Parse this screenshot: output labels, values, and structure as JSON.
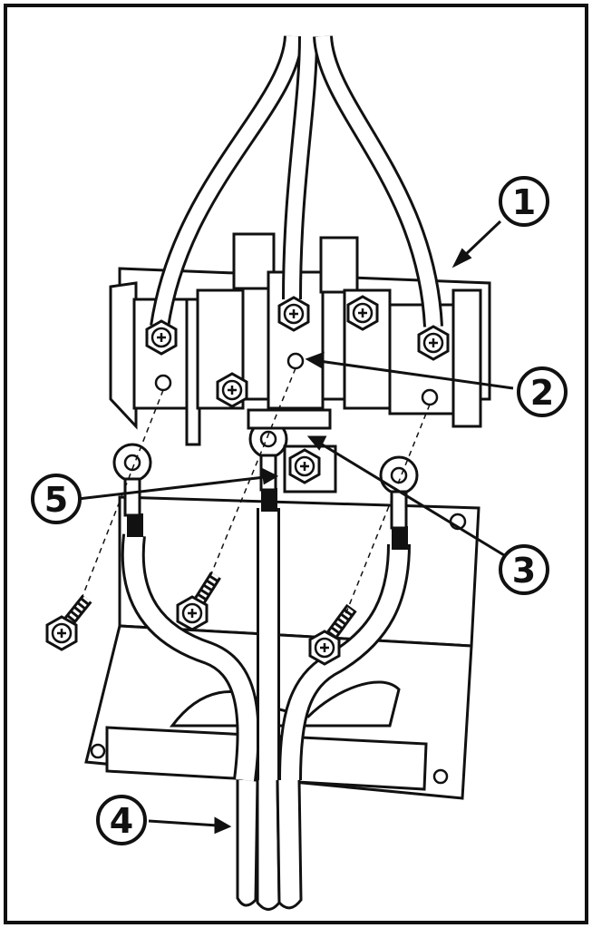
{
  "callouts": [
    {
      "id": "1",
      "label": "1"
    },
    {
      "id": "2",
      "label": "2"
    },
    {
      "id": "3",
      "label": "3"
    },
    {
      "id": "4",
      "label": "4"
    },
    {
      "id": "5",
      "label": "5"
    }
  ],
  "colors": {
    "line": "#111111",
    "fill": "#ffffff",
    "shade": "#e6e6e6"
  }
}
